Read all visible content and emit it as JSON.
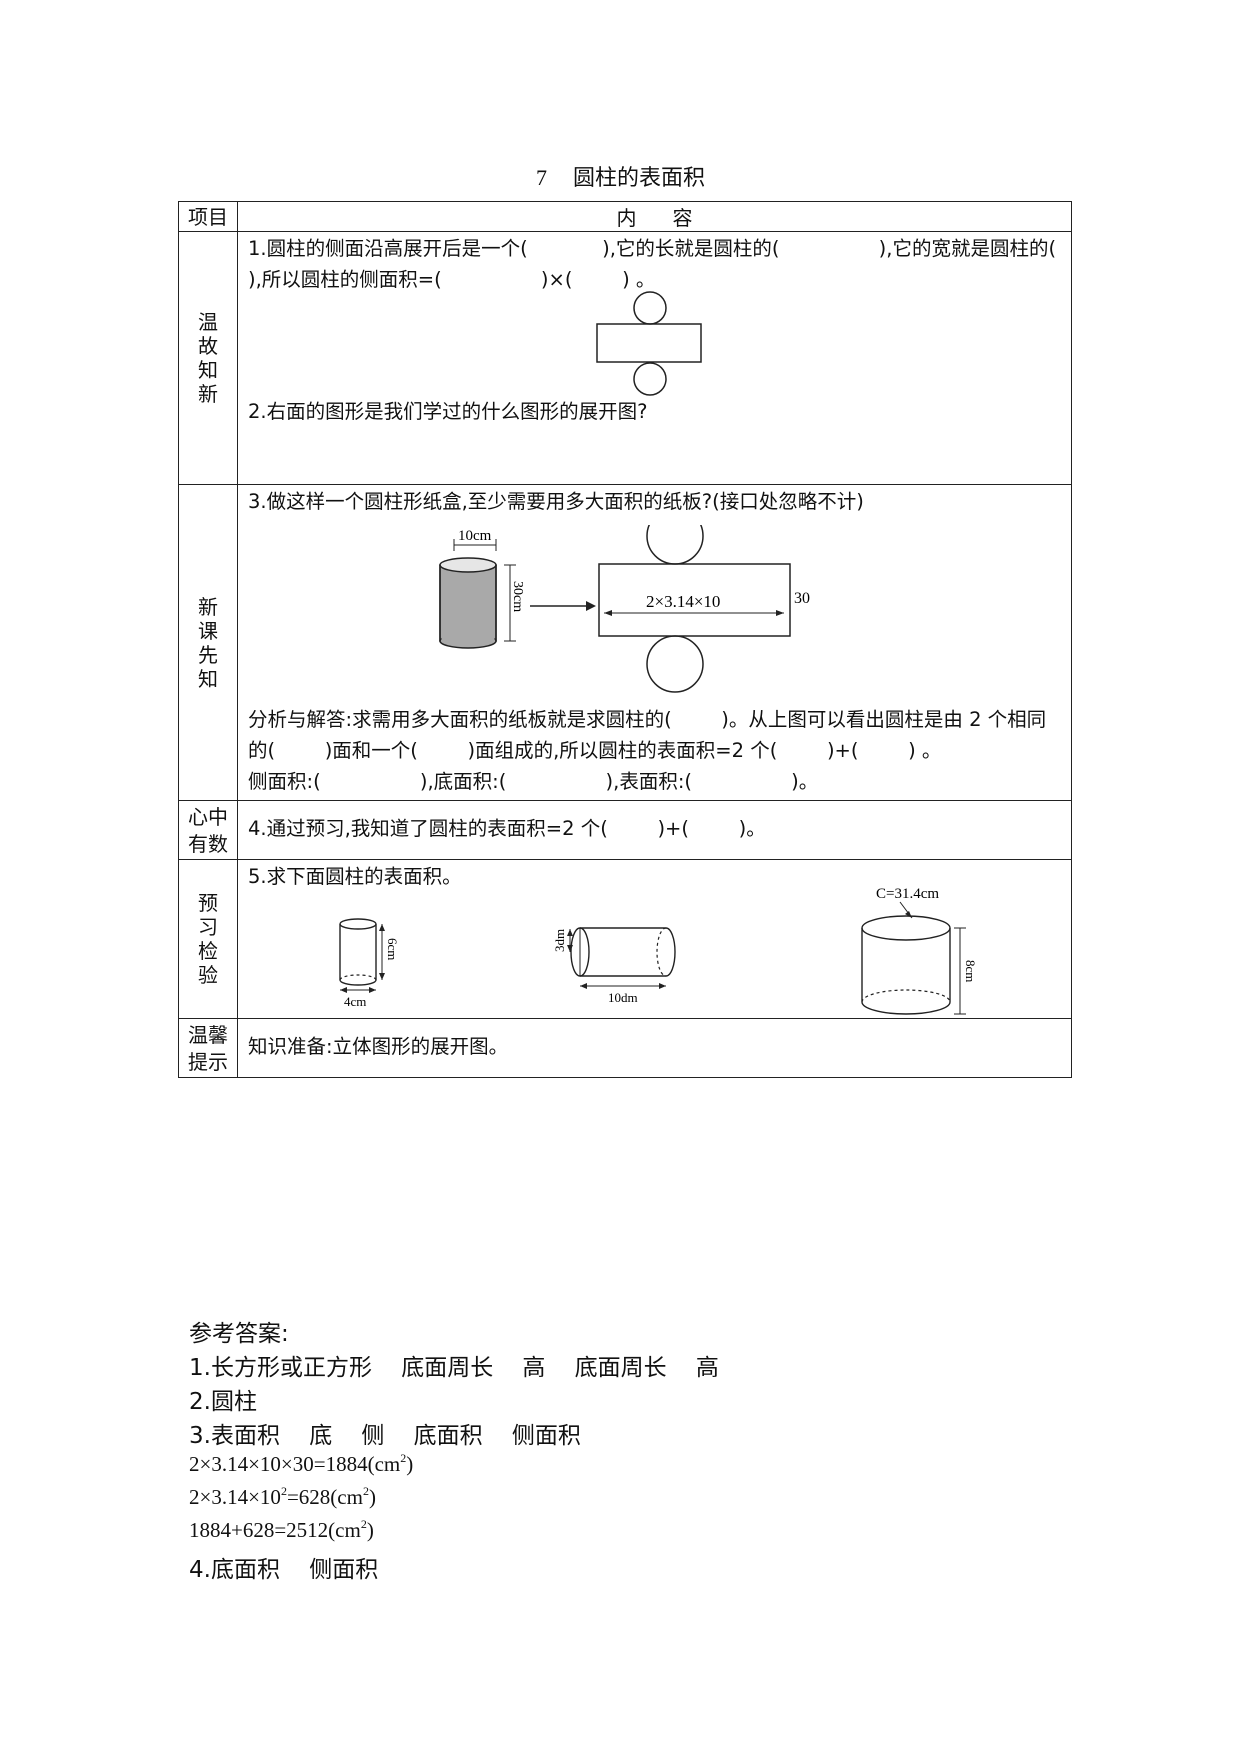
{
  "title": {
    "number": "7",
    "text": "圆柱的表面积"
  },
  "table": {
    "header": {
      "col1": "项目",
      "col2": "内容"
    },
    "rows": [
      {
        "label": "温故知新",
        "q1": "1.圆柱的侧面沿高展开后是一个(            ),它的长就是圆柱的(                ),它的宽就是圆柱的(        ),所以圆柱的侧面积=(                )×(        ) 。",
        "q2": "2.右面的图形是我们学过的什么图形的展开图?"
      },
      {
        "label": "新课先知",
        "q3": "3.做这样一个圆柱形纸盒,至少需要用多大面积的纸板?(接口处忽略不计)",
        "figure": {
          "diameter": "10cm",
          "height": "30cm",
          "rect_label": "2×3.14×10",
          "side": "30"
        },
        "analysis1": "分析与解答:求需用多大面积的纸板就是求圆柱的(        )。从上图可以看出圆柱是由 2 个相同的(        )面和一个(        )面组成的,所以圆柱的表面积=2 个(        )+(        ) 。",
        "analysis2": "侧面积:(                ),底面积:(                ),表面积:(                )。"
      },
      {
        "label": "心中有数",
        "q4": "4.通过预习,我知道了圆柱的表面积=2 个(        )+(        )。"
      },
      {
        "label": "预习检验",
        "q5": "5.求下面圆柱的表面积。",
        "cyl1": {
          "d": "4cm",
          "h": "6cm"
        },
        "cyl2": {
          "d": "3dm",
          "l": "10dm"
        },
        "cyl3": {
          "c": "C=31.4cm",
          "h": "8cm"
        }
      },
      {
        "label": "温馨提示",
        "tip": "知识准备:立体图形的展开图。"
      }
    ]
  },
  "answers": {
    "heading": "参考答案:",
    "a1": "1.长方形或正方形    底面周长    高    底面周长    高",
    "a2": "2.圆柱",
    "a3": "3.表面积    底    侧    底面积    侧面积",
    "calc1": "2×3.14×10×30=1884(cm",
    "calc2a": "2×3.14×10",
    "calc2b": "=628(cm",
    "calc3": "1884+628=2512(cm",
    "sq": "2",
    "close": ")",
    "a4": "4.底面积    侧面积"
  }
}
